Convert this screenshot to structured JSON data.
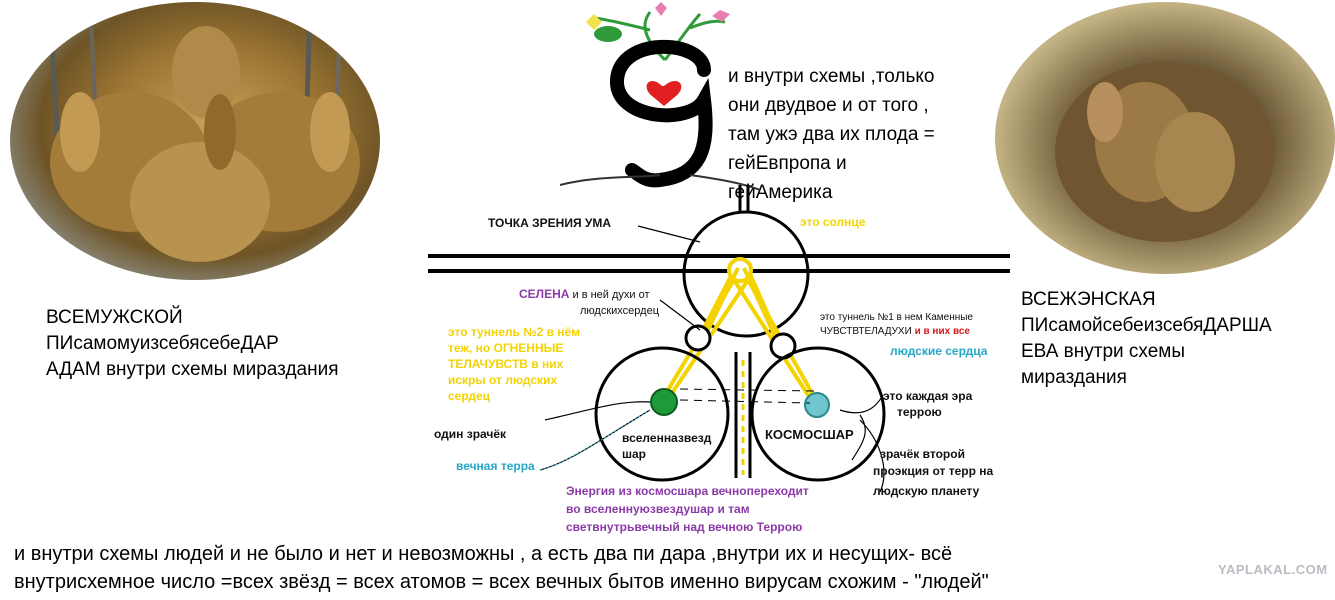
{
  "left_photo": {
    "icon": "bronze-sculpture-photo"
  },
  "right_photo": {
    "icon": "egg-embryo-photo"
  },
  "left_caption": {
    "line1": "ВСЕМУЖСКОЙ",
    "line2": "ПИсамомуизсебясебеДАР",
    "line3": "АДАМ внутри схемы мираздания"
  },
  "right_caption": {
    "line1": "ВСЕЖЭНСКАЯ",
    "line2": "ПИсамойсебеизсебяДАРША",
    "line3": "ЕВА внутри схемы",
    "line4": "мираздания"
  },
  "top_text": {
    "line1": "и внутри схемы ,только",
    "line2": "они двудвое и от того ,",
    "line3": "там ужэ два их плода =",
    "line4": "гейЕвпропа и",
    "line5": "гейАмерика"
  },
  "labels": {
    "tochka": "ТОЧКА ЗРЕНИЯ УМА",
    "solnce": "это солнце",
    "selena_a": "СЕЛЕНА",
    "selena_b": " и в ней духи от",
    "selena_c": "людскихсердец",
    "tunnel2_a": "это туннель №2 в нём",
    "tunnel2_b": "теж",
    "tunnel2_c": ", но ОГНЕННЫЕ",
    "tunnel2_d": "ТЕЛАЧУВСТВ",
    "tunnel2_e": " в них",
    "tunnel2_f": "искры от людских",
    "tunnel2_g": "сердец",
    "tunnel1_a": "это туннель №1 в нем Каменные",
    "tunnel1_b": "ЧУВСТВТЕЛАДУХИ",
    "tunnel1_c": " и в них все",
    "lyudskie": "людские сердца",
    "kazhdaya_a": "это каждая эра",
    "kazhdaya_b": "террою",
    "zrachok1": "один зрачёк",
    "vselennaya_a": "вселенназвезд",
    "vselennaya_b": "шар",
    "kosmoshar": "КОСМОСШАР",
    "vechnaya": "вечная терра",
    "zrachok2_a": "зрачёк второй",
    "zrachok2_b": "проэкция от терр на",
    "zrachok2_c": "людскую планету",
    "energy_a": "Энергия из космосшара вечнопереходит",
    "energy_b": "во вселеннуюзвездушар и там",
    "energy_c": "светвнутрьвечный над вечною Террою"
  },
  "bottom_text": {
    "line1": "и внутри схемы людей и не было и нет и невозможны , а есть два пи дара ,внутри их и несущих- всё",
    "line2": "внутрисхемное число =всех звёзд = всех атомов = всех вечных бытов именно вирусам схожим -  \"людей\""
  },
  "watermark": "YAPLAKAL.COM",
  "colors": {
    "yellow": "#f3d300",
    "purple": "#8b3aa8",
    "cyan": "#25a8c7",
    "red": "#d21a1a",
    "green": "#1f9a3a"
  }
}
